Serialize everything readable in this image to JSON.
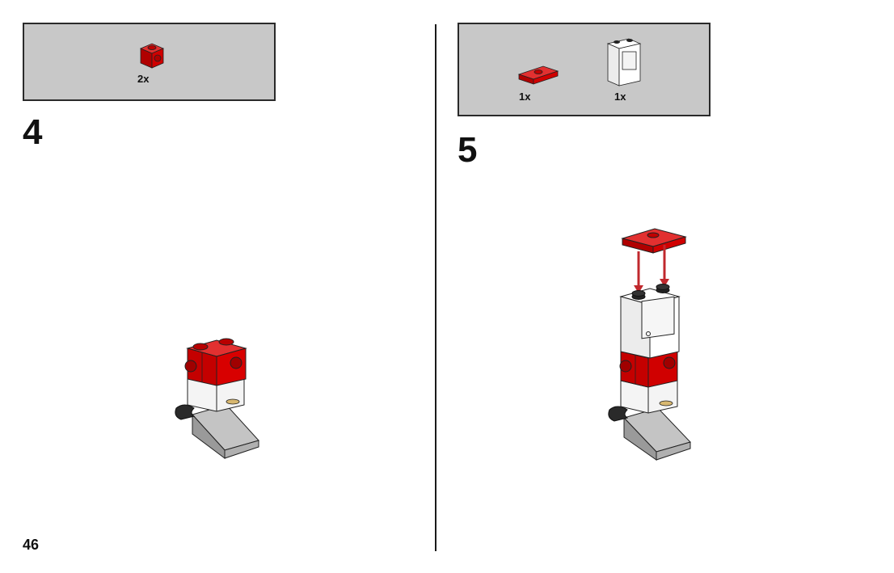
{
  "page": {
    "number": "46"
  },
  "steps": [
    {
      "number": "4",
      "parts": [
        {
          "icon": "red-brick-1x1-stud-side",
          "quantity": "2x",
          "color": "#d00000"
        }
      ]
    },
    {
      "number": "5",
      "parts": [
        {
          "icon": "red-plate-1x2-jumper",
          "quantity": "1x",
          "color": "#d00000"
        },
        {
          "icon": "white-window-frame",
          "quantity": "1x",
          "color": "#ffffff"
        }
      ]
    }
  ],
  "colors": {
    "brick_red": "#d00000",
    "panel_gray": "#c8c8c8",
    "slope_gray": "#b4b4b4",
    "arrow_red": "#c0282d"
  }
}
